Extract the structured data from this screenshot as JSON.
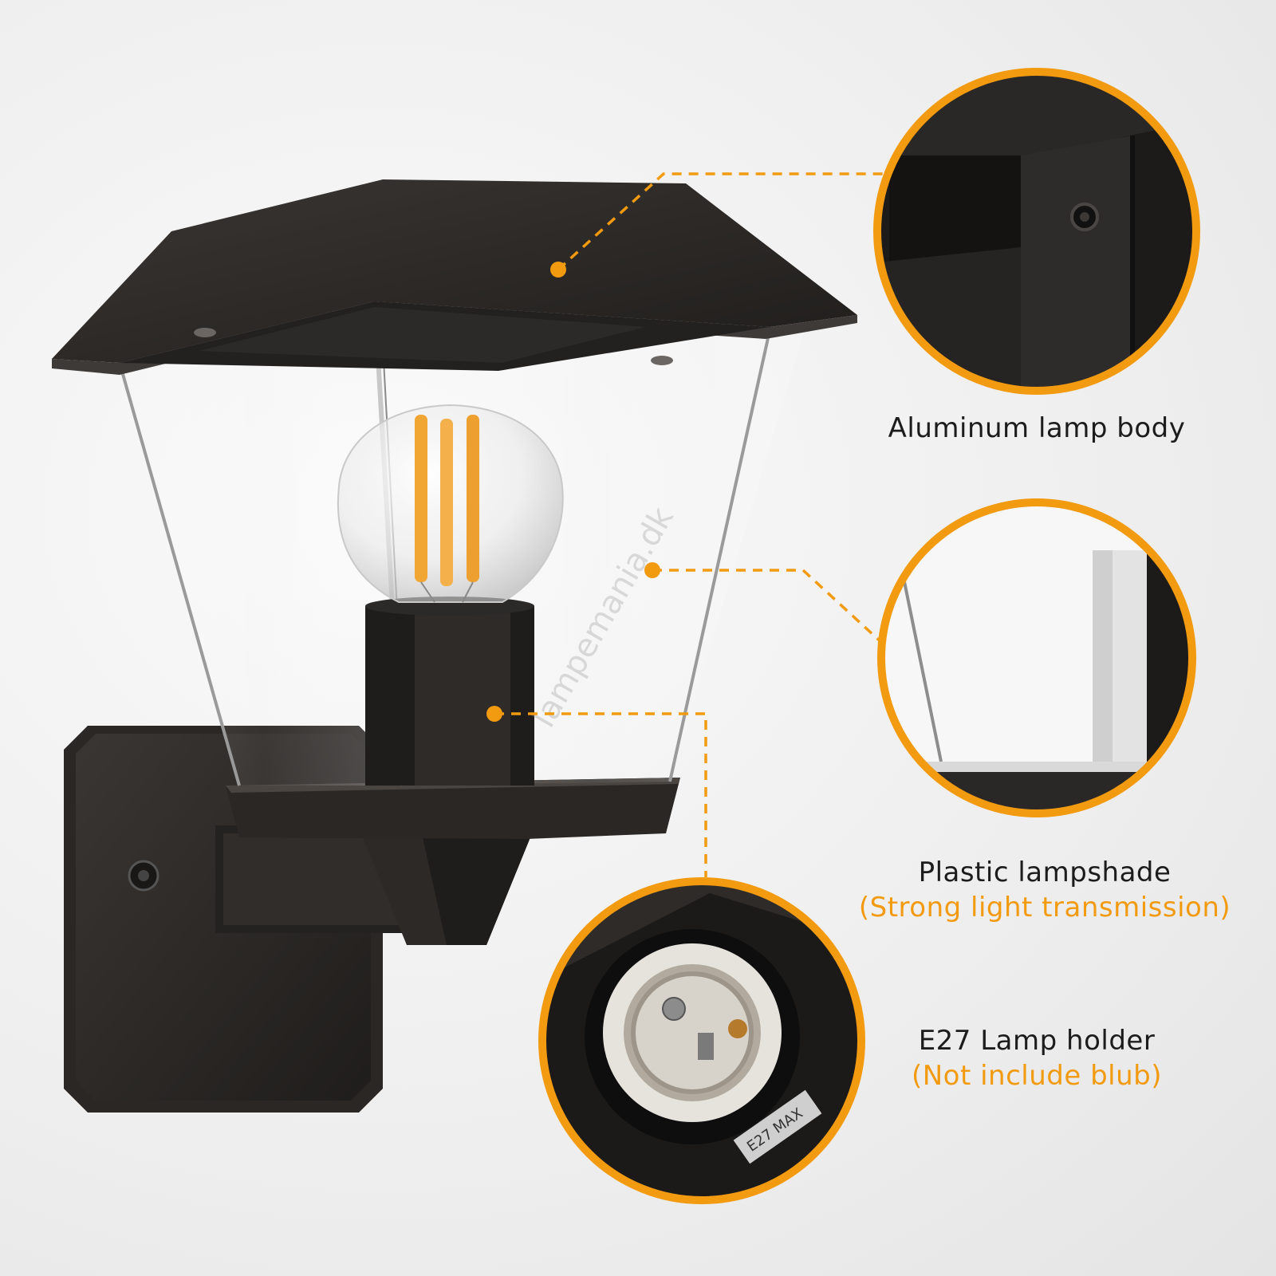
{
  "watermark": "lampemania.dk",
  "colors": {
    "accent": "#f29a10",
    "lamp_body": "#2b2825",
    "text": "#1c1c1c"
  },
  "callouts": [
    {
      "title": "Aluminum lamp body",
      "subtitle": ""
    },
    {
      "title": "Plastic lampshade",
      "subtitle": "(Strong light transmission)"
    },
    {
      "title": "E27 Lamp holder",
      "subtitle": "(Not include blub)"
    }
  ],
  "socket_marking": "E27 MAX"
}
